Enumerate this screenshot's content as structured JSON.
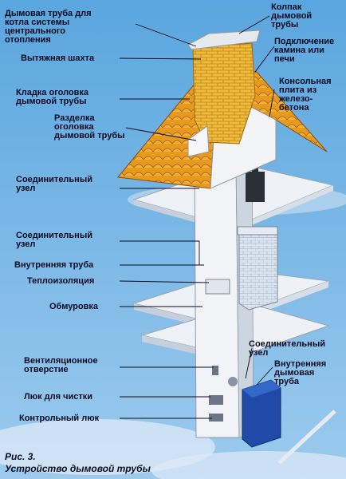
{
  "labels": {
    "chimney_central_heating": "Дымовая труба для\nкотла системы\nцентрального\nотопления",
    "exhaust_shaft": "Вытяжная шахта",
    "head_masonry": "Кладка оголовка\nдымовой трубы",
    "head_offset": "Разделка\nоголовка\nдымовой трубы",
    "connecting_node_1": "Соединительный\nузел",
    "connecting_node_2": "Соединительный\nузел",
    "inner_pipe": "Внутренняя труба",
    "thermal_insulation": "Теплоизоляция",
    "lining": "Обмуровка",
    "vent_hole": "Вентиляционное\nотверстие",
    "cleaning_hatch": "Люк для чистки",
    "inspection_hatch": "Контрольный люк",
    "chimney_cap": "Колпак\nдымовой\nтрубы",
    "fireplace_connection": "Подключение\nкамина или\nпечи",
    "cantilever_slab": "Консольная\nплита из\nжелезо-\nбетона",
    "connecting_node_3": "Соединительный\nузел",
    "inner_flue_pipe": "Внутренняя\nдымовая\nтруба"
  },
  "caption": {
    "figure": "Рис. 3.",
    "title": "Устройство дымовой трубы"
  },
  "colors": {
    "sky": "#6fb3e3",
    "brick": "#f0bc3c",
    "roof_tile": "#e89a1e",
    "concrete": "#e9ecf1",
    "boiler": "#1f4aa8",
    "text": "#0b0b22"
  }
}
